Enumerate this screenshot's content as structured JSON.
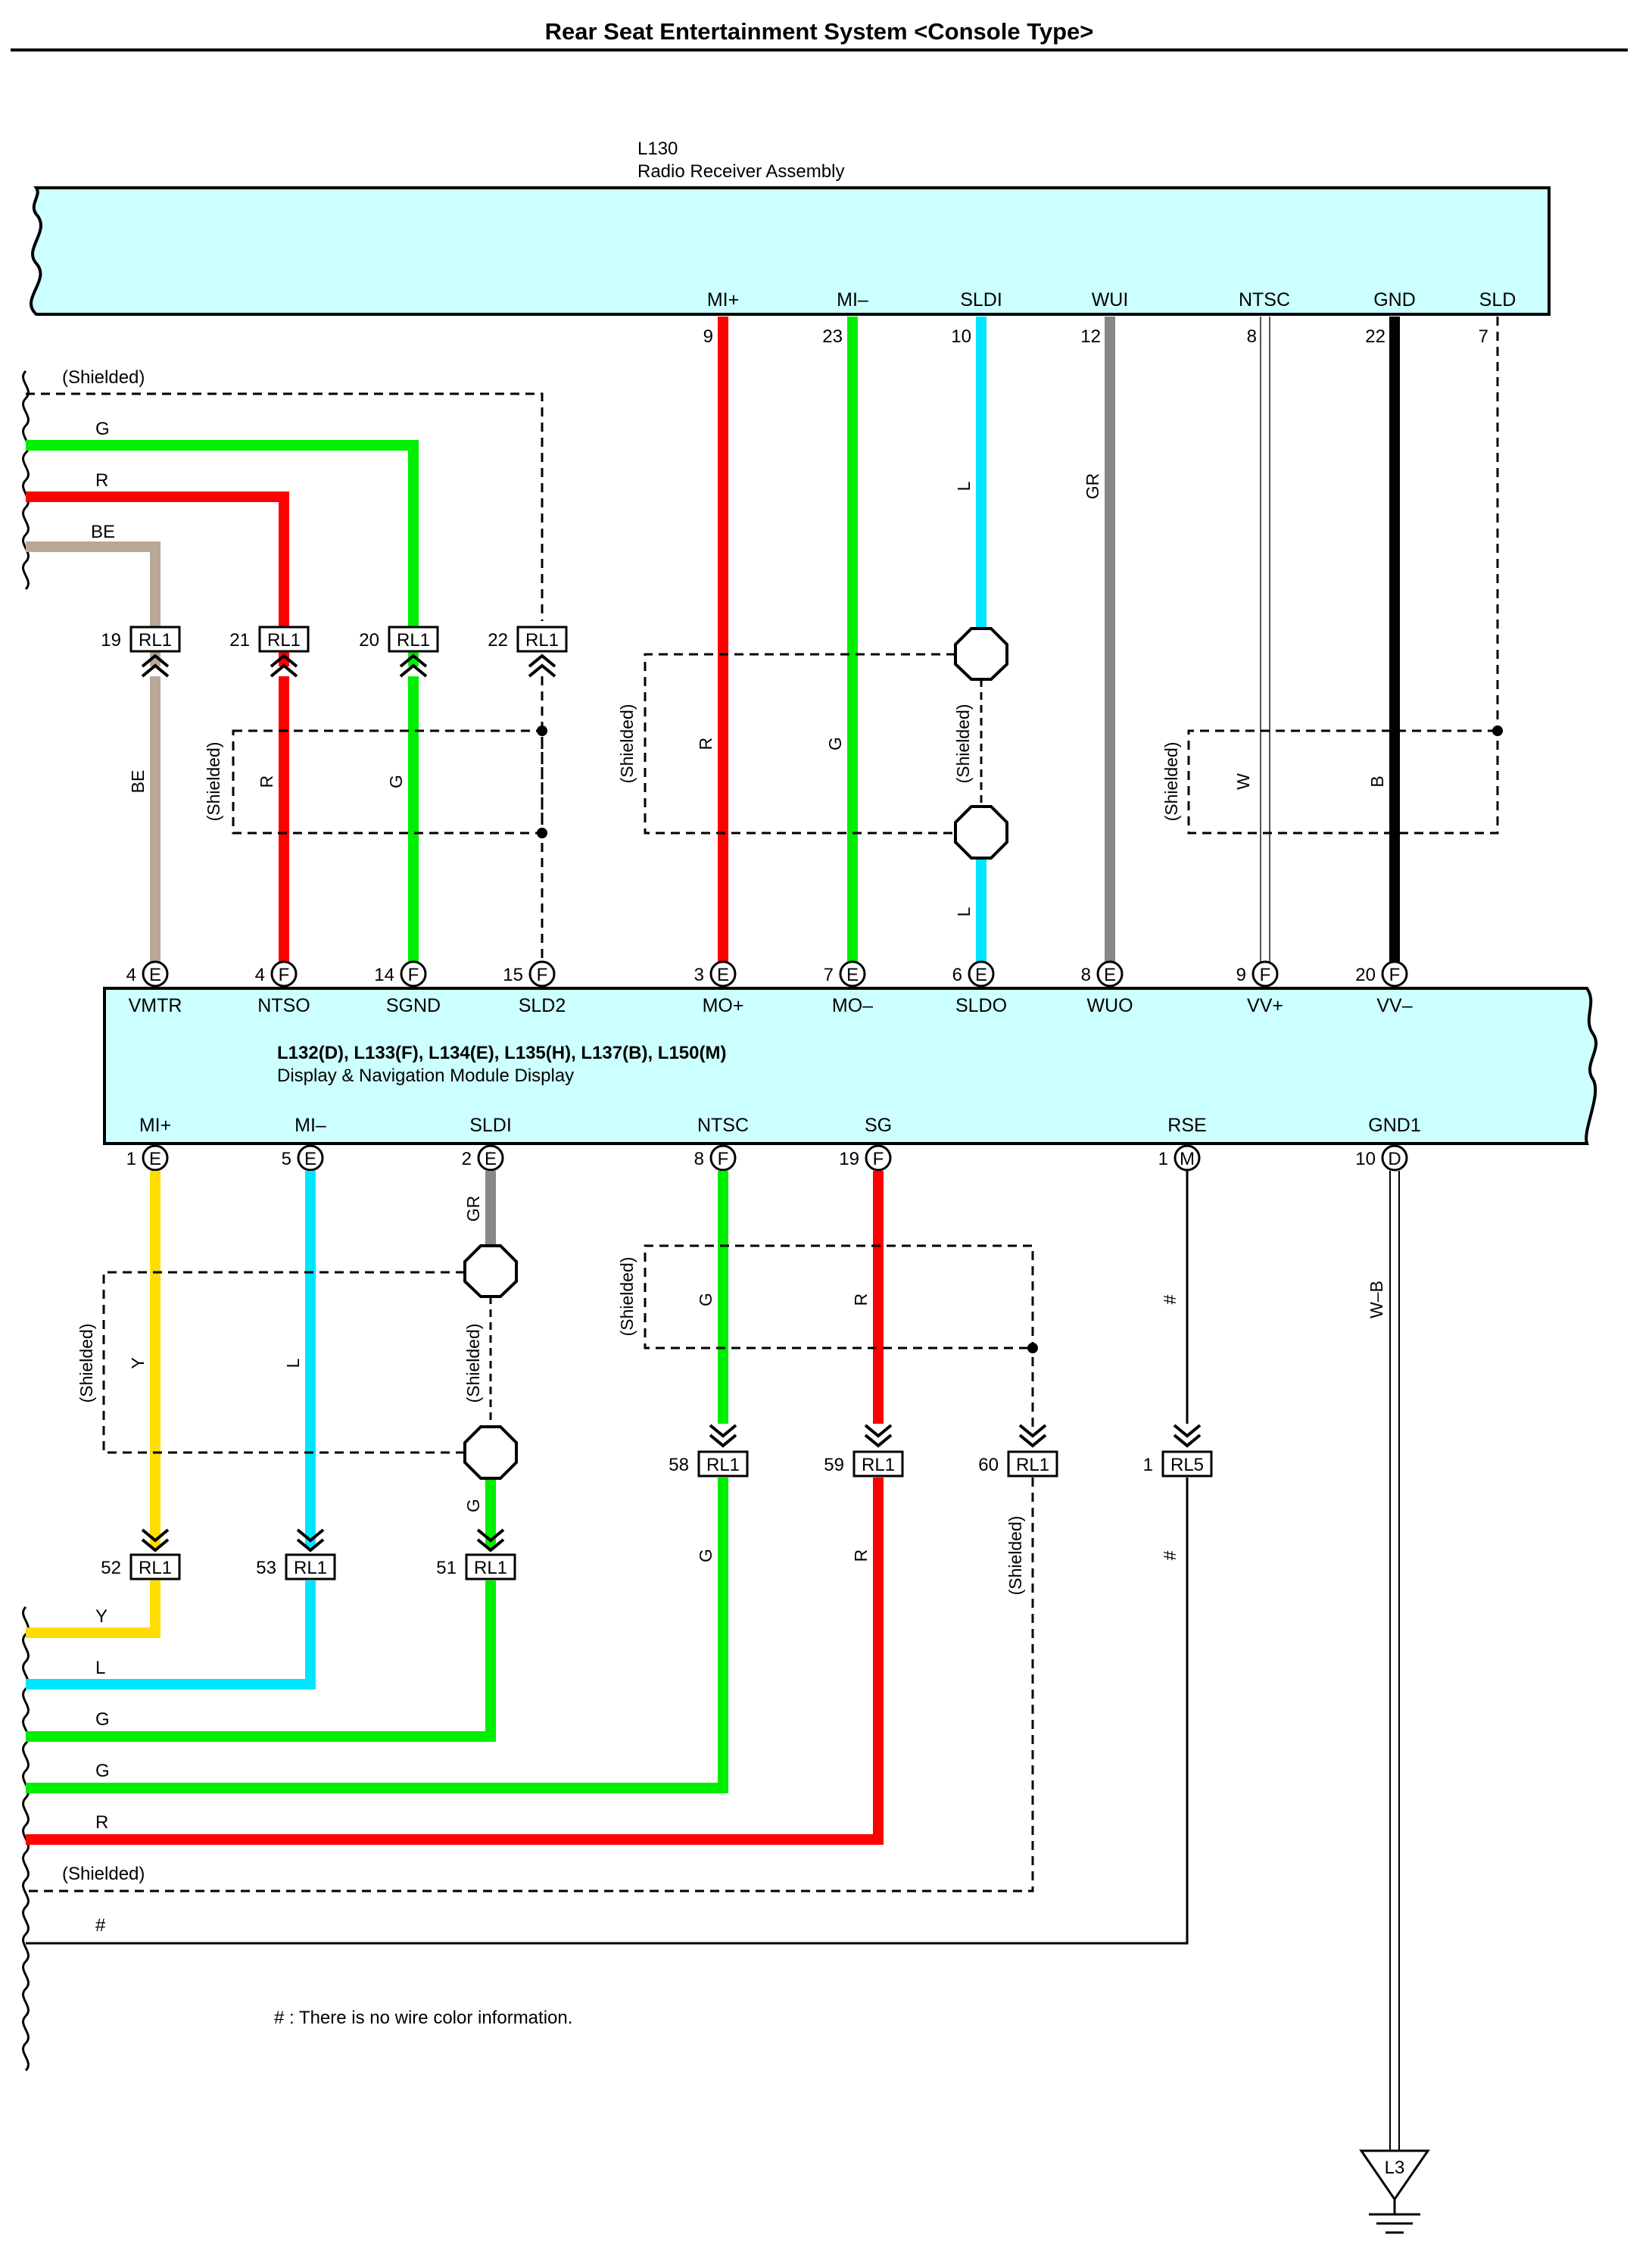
{
  "title": "Rear Seat Entertainment System <Console Type>",
  "note": "# : There is no wire color information.",
  "colors": {
    "body": "#ccffff",
    "R": "#ff0000",
    "G": "#00ee00",
    "L": "#00e5ff",
    "Y": "#ffdd00",
    "BE": "#b9a896",
    "GR": "#888888",
    "B": "#000000"
  },
  "receiver": {
    "code": "L130",
    "name": "Radio Receiver Assembly",
    "pins": [
      {
        "name": "MI+",
        "num": "9"
      },
      {
        "name": "MI–",
        "num": "23"
      },
      {
        "name": "SLDI",
        "num": "10"
      },
      {
        "name": "WUI",
        "num": "12"
      },
      {
        "name": "NTSC",
        "num": "8"
      },
      {
        "name": "GND",
        "num": "22"
      },
      {
        "name": "SLD",
        "num": "7"
      }
    ]
  },
  "display": {
    "code": "L132(D), L133(F), L134(E), L135(H), L137(B), L150(M)",
    "name": "Display & Navigation Module Display",
    "top_pins": [
      {
        "name": "VMTR",
        "num": "4",
        "conn": "E"
      },
      {
        "name": "NTSO",
        "num": "4",
        "conn": "F"
      },
      {
        "name": "SGND",
        "num": "14",
        "conn": "F"
      },
      {
        "name": "SLD2",
        "num": "15",
        "conn": "F"
      },
      {
        "name": "MO+",
        "num": "3",
        "conn": "E"
      },
      {
        "name": "MO–",
        "num": "7",
        "conn": "E"
      },
      {
        "name": "SLDO",
        "num": "6",
        "conn": "E"
      },
      {
        "name": "WUO",
        "num": "8",
        "conn": "E"
      },
      {
        "name": "VV+",
        "num": "9",
        "conn": "F"
      },
      {
        "name": "VV–",
        "num": "20",
        "conn": "F"
      }
    ],
    "bottom_pins": [
      {
        "name": "MI+",
        "num": "1",
        "conn": "E"
      },
      {
        "name": "MI–",
        "num": "5",
        "conn": "E"
      },
      {
        "name": "SLDI",
        "num": "2",
        "conn": "E"
      },
      {
        "name": "NTSC",
        "num": "8",
        "conn": "F"
      },
      {
        "name": "SG",
        "num": "19",
        "conn": "F"
      },
      {
        "name": "RSE",
        "num": "1",
        "conn": "M"
      },
      {
        "name": "GND1",
        "num": "10",
        "conn": "D"
      }
    ]
  },
  "top_junctions": [
    {
      "num": "19",
      "id": "RL1"
    },
    {
      "num": "21",
      "id": "RL1"
    },
    {
      "num": "20",
      "id": "RL1"
    },
    {
      "num": "22",
      "id": "RL1"
    }
  ],
  "mid_junctions": [
    {
      "num": "58",
      "id": "RL1"
    },
    {
      "num": "59",
      "id": "RL1"
    },
    {
      "num": "60",
      "id": "RL1"
    },
    {
      "num": "1",
      "id": "RL5"
    }
  ],
  "low_junctions": [
    {
      "num": "52",
      "id": "RL1"
    },
    {
      "num": "53",
      "id": "RL1"
    },
    {
      "num": "51",
      "id": "RL1"
    }
  ],
  "upper_left_wires": [
    "(Shielded)",
    "G",
    "R",
    "BE"
  ],
  "lower_left_wires": [
    "Y",
    "L",
    "G",
    "G",
    "R",
    "(Shielded)",
    "#"
  ],
  "wire_codes": {
    "be_lower": "BE",
    "r_lower": "R",
    "g_lower": "G",
    "mi_plus": "R",
    "mi_minus": "G",
    "sldi_upper": "L",
    "sldi_lower": "L",
    "wui": "GR",
    "ntsc": "W",
    "gnd": "B",
    "b_mi_plus": "Y",
    "b_mi_minus": "L",
    "b_sldi_top": "GR",
    "b_sldi_bot": "G",
    "b_ntsc_upper": "G",
    "b_ntsc_lower": "G",
    "b_sg_upper": "R",
    "b_sg_lower": "R",
    "b_rse_upper": "#",
    "b_rse_lower": "#",
    "b_gnd": "W–B"
  },
  "shield_label": "(Shielded)",
  "ground": "L3"
}
